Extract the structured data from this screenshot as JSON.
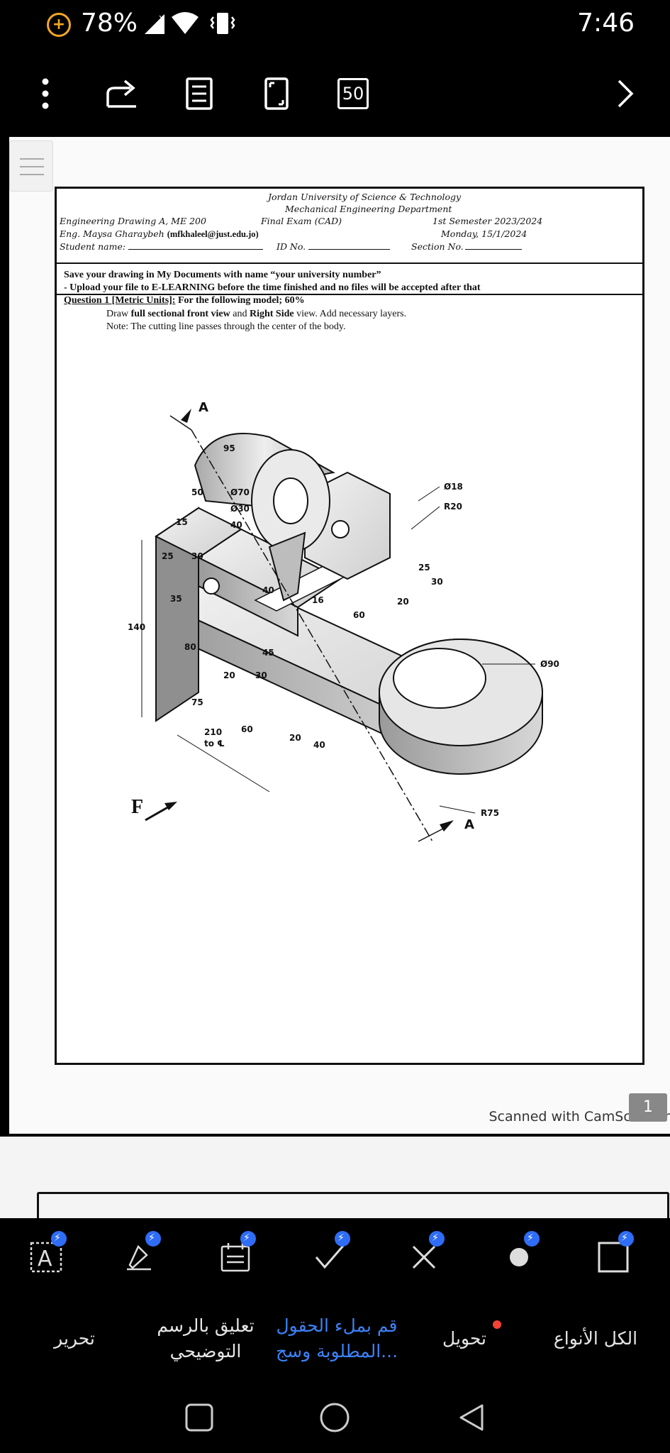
{
  "status_bar": {
    "battery_percent": "78%",
    "time": "7:46",
    "icons": [
      "battery-saver-icon",
      "signal-icon",
      "wifi-icon",
      "vibrate-icon"
    ]
  },
  "toolbar": {
    "page_count": "50",
    "icons": [
      "more-vert-icon",
      "share-icon",
      "reading-mode-icon",
      "fullscreen-icon",
      "page-count-icon",
      "chevron-right-icon"
    ]
  },
  "document": {
    "university": "Jordan University of Science & Technology",
    "department": "Mechanical Engineering Department",
    "course": "Engineering Drawing A, ME 200",
    "exam": "Final Exam (CAD)",
    "semester": "1st Semester 2023/2024",
    "instructor": "Eng. Maysa Gharaybeh",
    "email": "(mfkhaleel@just.edu.jo)",
    "date": "Monday, 15/1/2024",
    "student_name_label": "Student name:",
    "id_label": "ID No.",
    "section_label": "Section No.",
    "instruction_1": "Save your drawing in My Documents with name “your university number”",
    "instruction_2": "- Upload your file to E-LEARNING before the time finished and no files will be accepted after that",
    "question_label": "Question 1 [Metric Units]:",
    "question_text": "For the following model; 60%",
    "task_prefix": "Draw",
    "task_bold_1": "full sectional front view",
    "task_mid": "and",
    "task_bold_2": "Right Side",
    "task_suffix": "view. Add necessary layers.",
    "note": "Note: The cutting line passes through the center of the body.",
    "scanned_by": "Scanned with CamScanner",
    "page_number": "1"
  },
  "drawing_labels": {
    "section_mark": "A",
    "front_mark": "F",
    "dims": [
      "95",
      "50",
      "Ø70",
      "Ø30",
      "15",
      "40",
      "Ø18",
      "R20",
      "140",
      "25",
      "30",
      "35",
      "16",
      "25",
      "30",
      "20",
      "40",
      "20",
      "60",
      "45",
      "80",
      "30",
      "75",
      "210",
      "to ℄",
      "60",
      "20",
      "40",
      "Ø90",
      "R75"
    ]
  },
  "edit_tools": {
    "icons": [
      "text-field-icon",
      "signature-icon",
      "date-icon",
      "checkmark-icon",
      "cross-icon",
      "dot-icon",
      "rectangle-icon"
    ]
  },
  "tabs": [
    {
      "label": "تحرير"
    },
    {
      "label_line1": "تعليق بالرسم",
      "label_line2": "التوضيحي"
    },
    {
      "label_line1": "قم بملء الحقول",
      "label_line2": "المطلوبة وسج..."
    },
    {
      "label": "تحويل"
    },
    {
      "label": "الكل الأنواع"
    }
  ],
  "nav_bar": {
    "icons": [
      "recents-icon",
      "home-icon",
      "back-icon"
    ]
  },
  "colors": {
    "accent": "#3c82f6",
    "battery": "#f5a623",
    "badge": "#2f6df6"
  }
}
